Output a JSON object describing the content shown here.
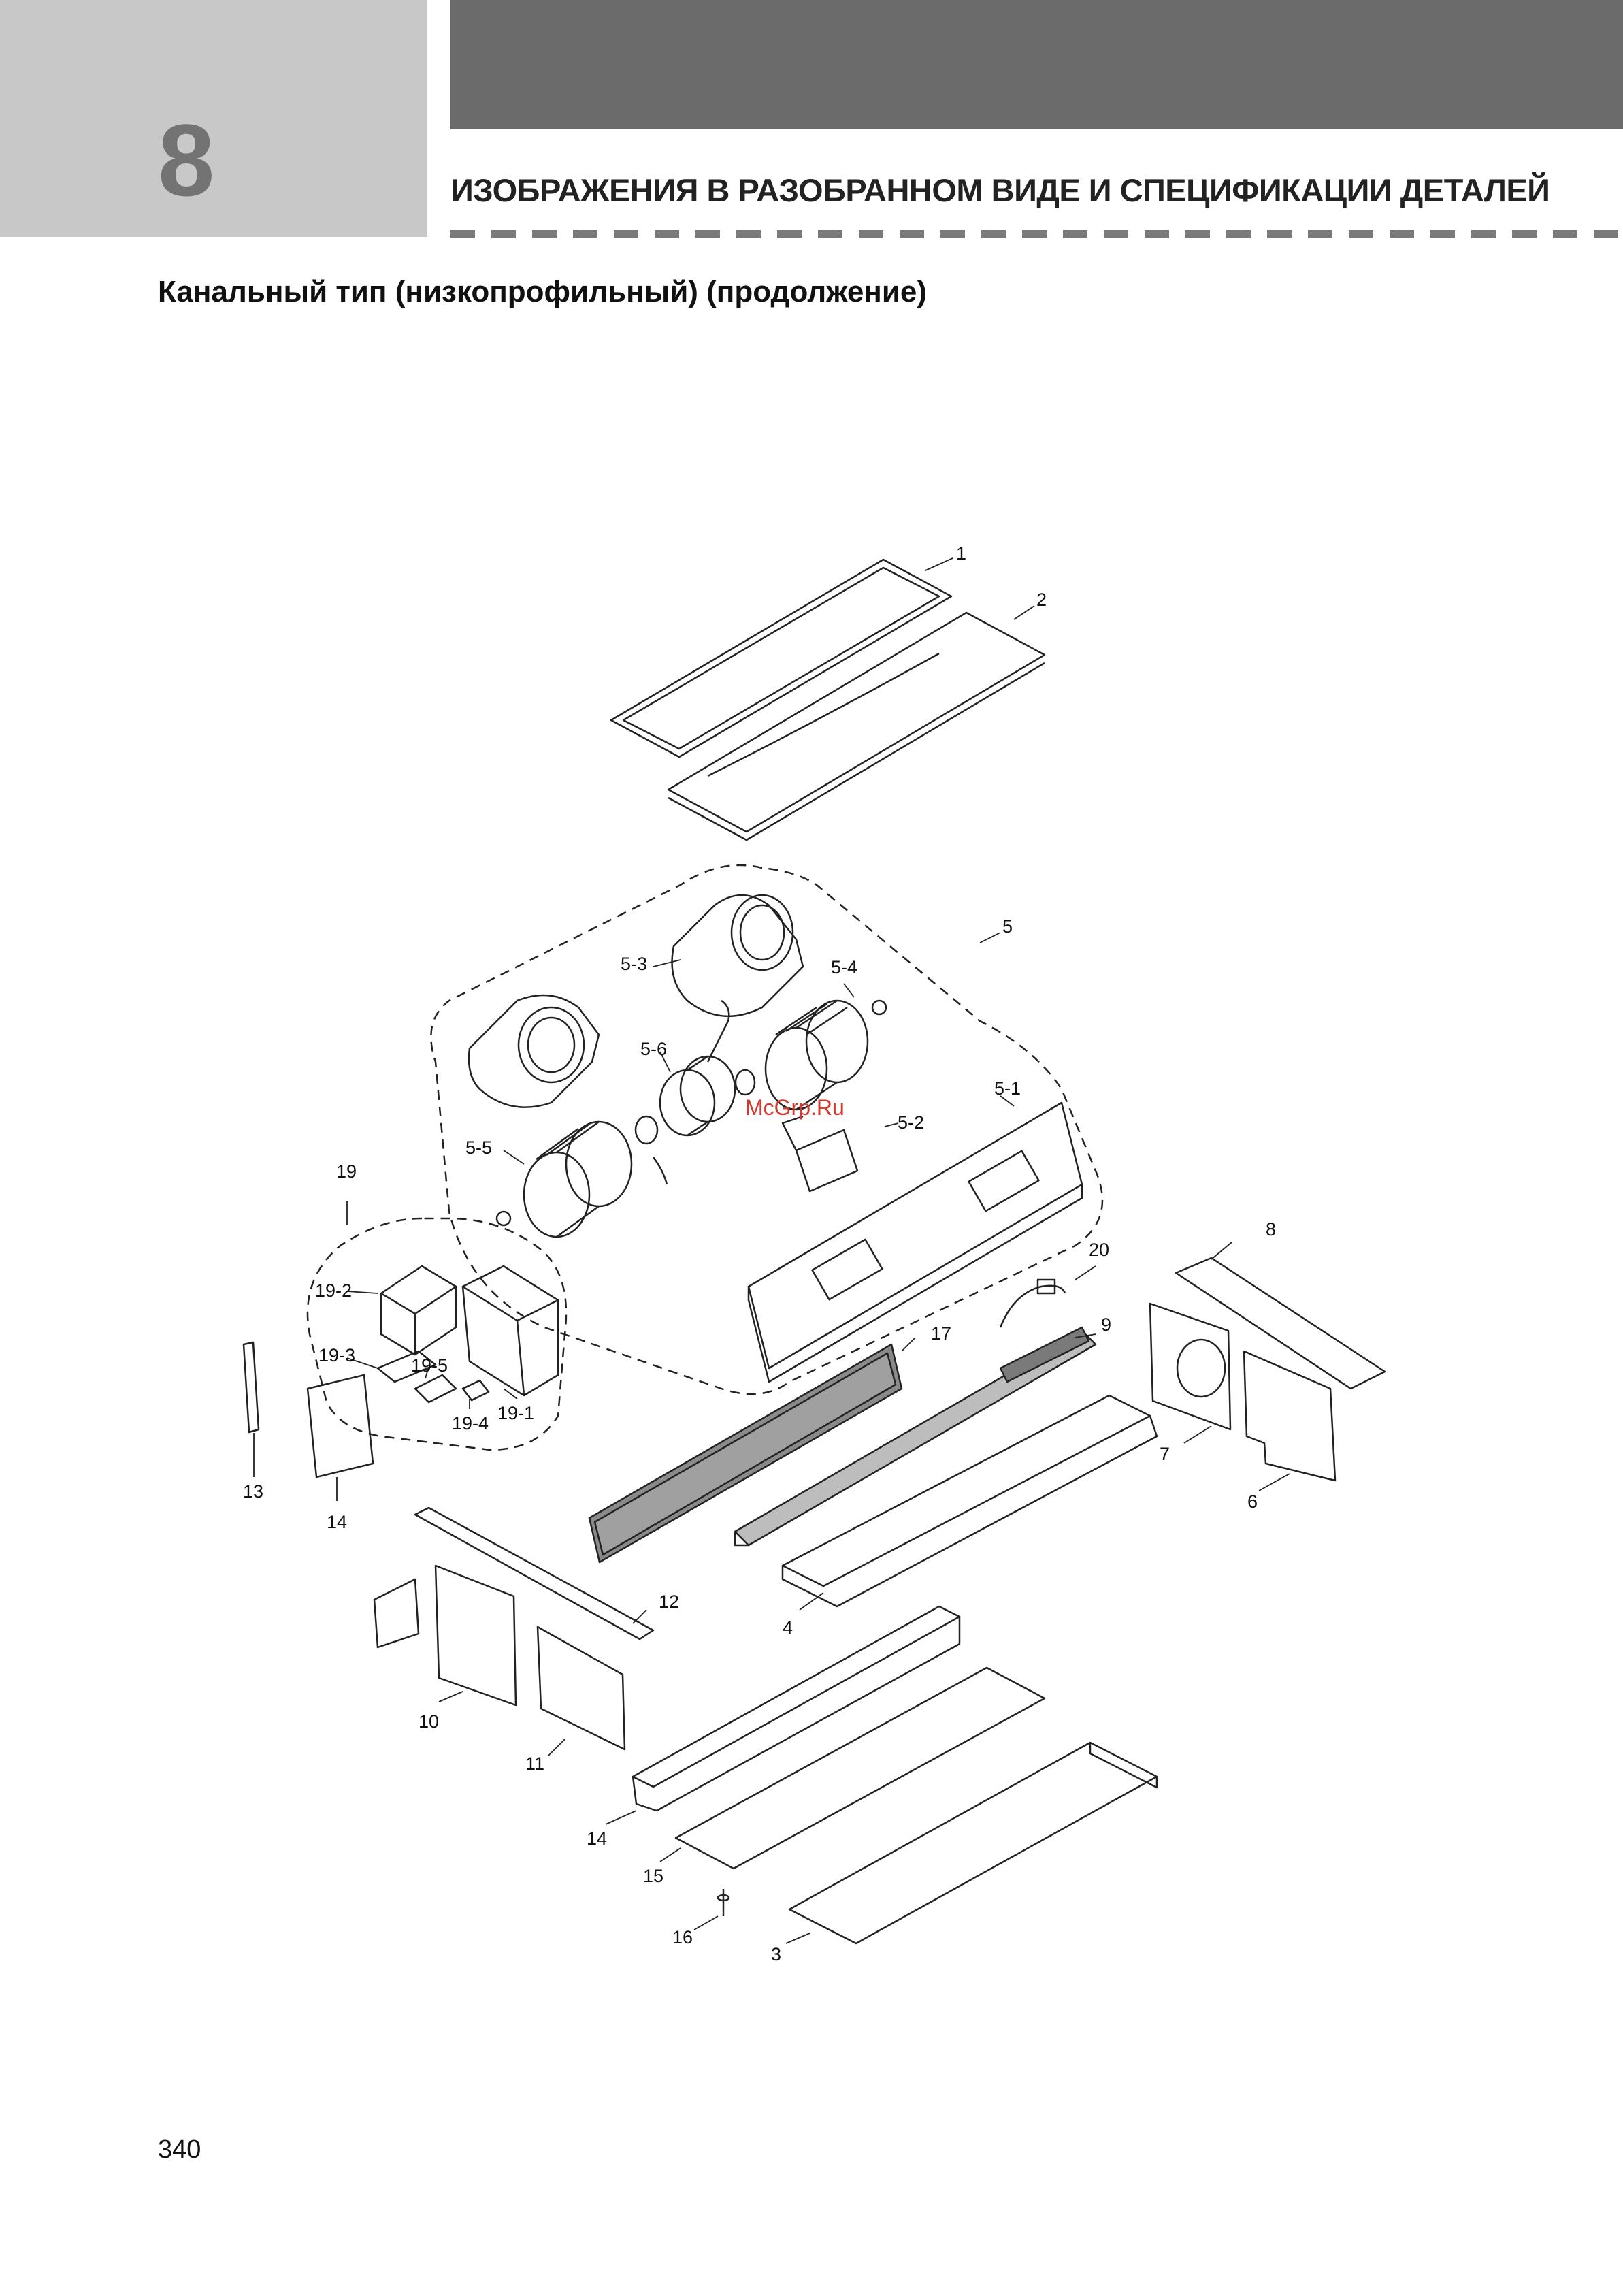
{
  "header": {
    "chapter_number": "8",
    "chapter_title": "ИЗОБРАЖЕНИЯ В РАЗОБРАННОМ ВИДЕ И СПЕЦИФИКАЦИИ ДЕТАЛЕЙ"
  },
  "subtitle": "Канальный тип (низкопрофильный) (продолжение)",
  "watermark": "McGrp.Ru",
  "part_labels": {
    "p1": "1",
    "p2": "2",
    "p5": "5",
    "p5_3": "5-3",
    "p5_4": "5-4",
    "p5_6": "5-6",
    "p5_1": "5-1",
    "p5_2": "5-2",
    "p5_5": "5-5",
    "p19": "19",
    "p19_2": "19-2",
    "p19_3": "19-3",
    "p19_5": "19-5",
    "p19_4": "19-4",
    "p19_1": "19-1",
    "p13": "13",
    "p14a": "14",
    "p20": "20",
    "p8": "8",
    "p17": "17",
    "p9": "9",
    "p7": "7",
    "p6": "6",
    "p12": "12",
    "p4": "4",
    "p10": "10",
    "p11": "11",
    "p14b": "14",
    "p15": "15",
    "p16": "16",
    "p3": "3"
  },
  "footer": {
    "page_number": "340"
  }
}
